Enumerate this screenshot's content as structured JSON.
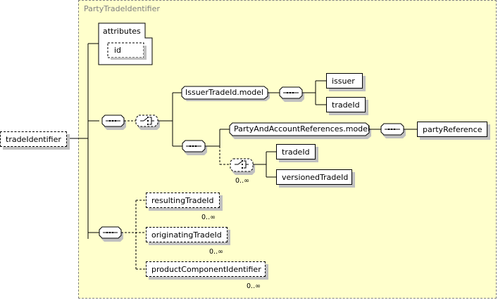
{
  "diagram": {
    "frame_title": "PartyTradeIdentifier",
    "root_element": "tradeIdentifier",
    "attributes": {
      "label": "attributes",
      "items": [
        "id"
      ]
    },
    "groups": {
      "issuer_model": "IssuerTradeId.model",
      "issuer_children": [
        "issuer",
        "tradeId"
      ],
      "party_model": "PartyAndAccountReferences.model",
      "party_children": [
        "partyReference"
      ],
      "choice_children": [
        "tradeId",
        "versionedTradeId"
      ],
      "choice_cardinality": "0..∞"
    },
    "optional_elements": [
      {
        "name": "resultingTradeId",
        "cardinality": "0..∞"
      },
      {
        "name": "originatingTradeId",
        "cardinality": "0..∞"
      },
      {
        "name": "productComponentIdentifier",
        "cardinality": "0..∞"
      }
    ],
    "icons": {
      "sequence": "sequence-compositor-icon",
      "choice": "choice-compositor-icon"
    },
    "colors": {
      "frame_background": "#ffffcc",
      "frame_border": "#808080",
      "shadow": "#c0c0c0"
    }
  }
}
